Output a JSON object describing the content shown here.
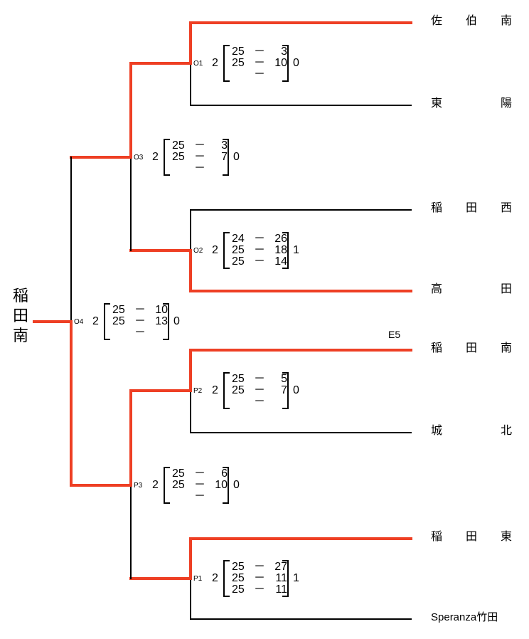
{
  "colors": {
    "winner_line": "#EE3F24",
    "loser_line": "#000000"
  },
  "champion": [
    "稲",
    "田",
    "南"
  ],
  "round_tag": "E5",
  "teams": [
    {
      "chars": [
        "佐",
        "伯",
        "南"
      ],
      "advanced": true
    },
    {
      "chars": [
        "東",
        "陽"
      ],
      "advanced": false
    },
    {
      "chars": [
        "稲",
        "田",
        "西"
      ],
      "advanced": false
    },
    {
      "chars": [
        "高",
        "田"
      ],
      "advanced": true
    },
    {
      "chars": [
        "稲",
        "田",
        "南"
      ],
      "advanced": true
    },
    {
      "chars": [
        "城",
        "北"
      ],
      "advanced": false
    },
    {
      "chars": [
        "稲",
        "田",
        "東"
      ],
      "advanced": true
    },
    {
      "chars": [
        "Speranza竹田"
      ],
      "advanced": false
    }
  ],
  "matches": [
    {
      "code": "O1",
      "won": "2",
      "lost": "0",
      "sets": [
        [
          "25",
          "3"
        ],
        [
          "25",
          "10"
        ],
        [
          "",
          ""
        ]
      ]
    },
    {
      "code": "O2",
      "won": "2",
      "lost": "1",
      "sets": [
        [
          "24",
          "26"
        ],
        [
          "25",
          "18"
        ],
        [
          "25",
          "14"
        ]
      ]
    },
    {
      "code": "O3",
      "won": "2",
      "lost": "0",
      "sets": [
        [
          "25",
          "3"
        ],
        [
          "25",
          "7"
        ],
        [
          "",
          ""
        ]
      ]
    },
    {
      "code": "O4",
      "won": "2",
      "lost": "0",
      "sets": [
        [
          "25",
          "10"
        ],
        [
          "25",
          "13"
        ],
        [
          "",
          ""
        ]
      ]
    },
    {
      "code": "P2",
      "won": "2",
      "lost": "0",
      "sets": [
        [
          "25",
          "5"
        ],
        [
          "25",
          "7"
        ],
        [
          "",
          ""
        ]
      ]
    },
    {
      "code": "P3",
      "won": "2",
      "lost": "0",
      "sets": [
        [
          "25",
          "6"
        ],
        [
          "25",
          "10"
        ],
        [
          "",
          ""
        ]
      ]
    },
    {
      "code": "P1",
      "won": "2",
      "lost": "1",
      "sets": [
        [
          "25",
          "27"
        ],
        [
          "25",
          "11"
        ],
        [
          "25",
          "11"
        ]
      ]
    }
  ],
  "dash": "－"
}
